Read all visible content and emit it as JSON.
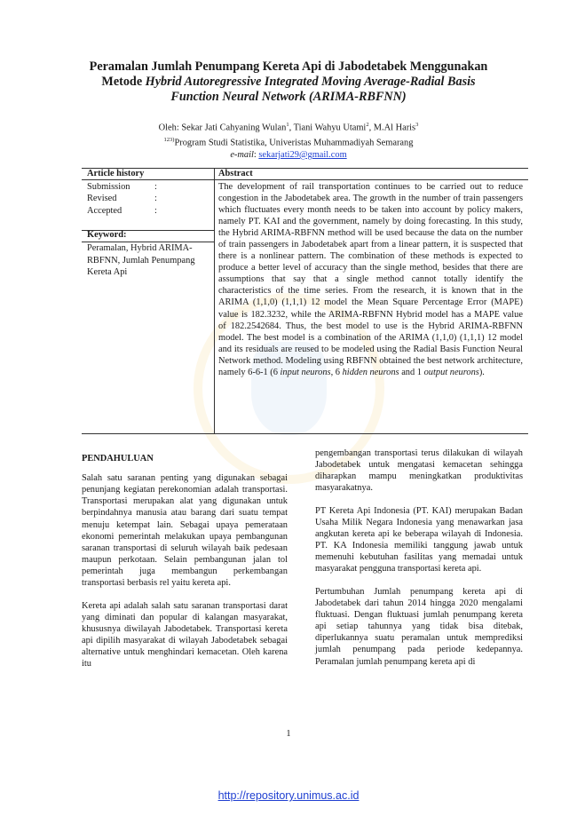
{
  "title": {
    "line1": "Peramalan Jumlah Penumpang Kereta Api di Jabodetabek Menggunakan",
    "line2_prefix": "Metode ",
    "line2_italic": "Hybrid Autoregressive Integrated Moving Average-Radial Basis",
    "line3_italic": "Function Neural Network (ARIMA-RBFNN)"
  },
  "authors": {
    "prefix": "Oleh: ",
    "author1": "Sekar Jati Cahyaning Wulan",
    "sup1": "1",
    "sep1": ", ",
    "author2": "Tiani Wahyu Utami",
    "sup2": "2",
    "sep2": ", ",
    "author3": "M.Al Haris",
    "sup3": "3",
    "affil_sup": "123)",
    "affiliation": "Program Studi Statistika, Univeristas Muhammadiyah Semarang",
    "email_label": "e-mail",
    "email_colon": ": ",
    "email": "sekarjati29@gmail.com"
  },
  "article_history": {
    "heading": "Article history",
    "rows": [
      {
        "label": "Submission",
        "colon": ":"
      },
      {
        "label": "Revised",
        "colon": ":"
      },
      {
        "label": "Accepted",
        "colon": ":"
      }
    ]
  },
  "keyword": {
    "heading": "Keyword:",
    "text": "Peramalan, Hybrid ARIMA-RBFNN, Jumlah Penumpang Kereta Api"
  },
  "abstract": {
    "heading": "Abstract",
    "text_main": "The development of rail transportation continues to be carried out to reduce congestion in the Jabodetabek area. The growth in the number of train passengers which fluctuates every month needs to be taken into account by policy makers, namely PT. KAI and the government, namely by doing forecasting. In this study, the Hybrid ARIMA-RBFNN method will be used because the data on the number of train passengers in Jabodetabek apart from a linear pattern, it is suspected that there is a nonlinear pattern. The combination of these methods is expected to produce a better level of accuracy than the single method, besides that there are assumptions that say that a single method cannot totally identify the characteristics of the time series. From the research, it is known that in the ARIMA (1,1,0) (1,1,1) 12 model the Mean Square Percentage Error (MAPE) value is 182.3232, while the ARIMA-RBFNN Hybrid model has a MAPE value of 182.2542684. Thus, the best model to use is the Hybrid ARIMA-RBFNN model. The best model is a combination of the ARIMA (1,1,0) (1,1,1) 12 model and its residuals are reused to be modeled using the Radial Basis Function Neural Network method. Modeling using RBFNN obtained the best network architecture, namely 6-6-1 (6 ",
    "italic1": "input neurons",
    "sep1": ", 6 ",
    "italic2": "hidden neurons",
    "sep2": " and 1 ",
    "italic3": "output neurons",
    "end": ")."
  },
  "section": {
    "heading": "PENDAHULUAN"
  },
  "left_column": {
    "p1": "Salah satu saranan penting yang digunakan sebagai penunjang kegiatan perekonomian adalah transportasi. Transportasi merupakan alat yang digunakan untuk berpindahnya manusia atau barang dari suatu tempat menuju ketempat lain. Sebagai upaya pemerataan ekonomi pemerintah melakukan upaya pembangunan saranan transportasi di seluruh wilayah baik pedesaan maupun perkotaan. Selain pembangunan jalan tol pemerintah juga membangun perkembangan transportasi berbasis rel yaitu kereta api.",
    "p2": "Kereta api adalah salah satu saranan transportasi darat yang diminati dan popular di kalangan masyarakat, khususnya diwilayah Jabodetabek. Transportasi kereta api dipilih masyarakat di wilayah Jabodetabek sebagai alternative untuk menghindari kemacetan. Oleh karena itu"
  },
  "right_column": {
    "p1": "pengembangan transportasi terus dilakukan di wilayah Jabodetabek untuk mengatasi kemacetan sehingga diharapkan mampu meningkatkan produktivitas masyarakatnya.",
    "p2": "PT Kereta Api Indonesia (PT. KAI) merupakan Badan Usaha Milik Negara Indonesia yang menawarkan jasa angkutan kereta api ke beberapa wilayah di Indonesia. PT. KA Indonesia memiliki tanggung jawab untuk memenuhi kebutuhan fasilitas yang memadai untuk masyarakat pengguna transportasi kereta api.",
    "p3": "Pertumbuhan Jumlah penumpang kereta api di Jabodetabek dari tahun 2014 hingga 2020 mengalami fluktuasi. Dengan fluktuasi jumlah penumpang kereta api setiap tahunnya yang tidak bisa ditebak, diperlukannya suatu peramalan untuk memprediksi jumlah penumpang pada periode kedepannya. Peramalan jumlah penumpang kereta api di"
  },
  "page_number": "1",
  "footer": {
    "link": "http://repository.unimus.ac.id",
    "color": "#1f3fd1"
  }
}
